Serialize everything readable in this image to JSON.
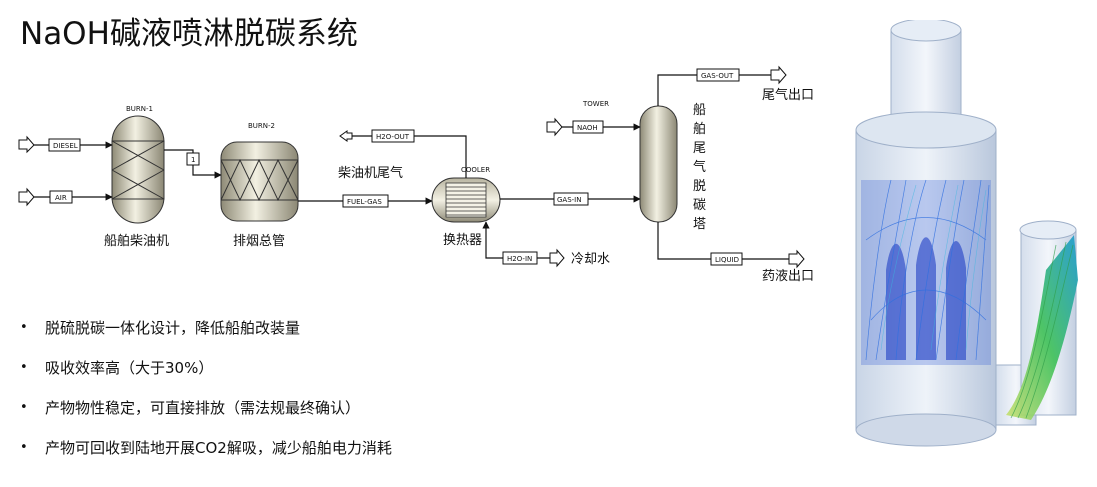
{
  "title": "NaOH碱液喷淋脱碳系统",
  "flowsheet": {
    "units": {
      "burn1": "BURN-1",
      "burn2": "BURN-2",
      "cooler": "COOLER",
      "tower": "TOWER"
    },
    "streams": {
      "diesel": "DIESEL",
      "air": "AIR",
      "s1": "1",
      "h2o_out": "H2O-OUT",
      "fuel_gas": "FUEL-GAS",
      "gas_in": "GAS-IN",
      "h2o_in": "H2O-IN",
      "naoh": "NAOH",
      "gas_out": "GAS-OUT",
      "liquid": "LIQUID"
    },
    "labels": {
      "engine": "船舶柴油机",
      "exhaust_main": "排烟总管",
      "diesel_exhaust": "柴油机尾气",
      "heat_exchanger": "换热器",
      "cooling_water": "冷却水",
      "tail_gas_outlet": "尾气出口",
      "liquid_outlet": "药液出口",
      "tower_vertical": [
        "船",
        "舶",
        "尾",
        "气",
        "脱",
        "碳",
        "塔"
      ]
    }
  },
  "bullets": [
    "脱硫脱碳一体化设计，降低船舶改装量",
    "吸收效率高（大于30%）",
    "产物物性稳定，可直接排放（需法规最终确认）",
    "产物可回收到陆地开展CO2解吸，减少船舶电力消耗"
  ],
  "bullet_marker": "•"
}
